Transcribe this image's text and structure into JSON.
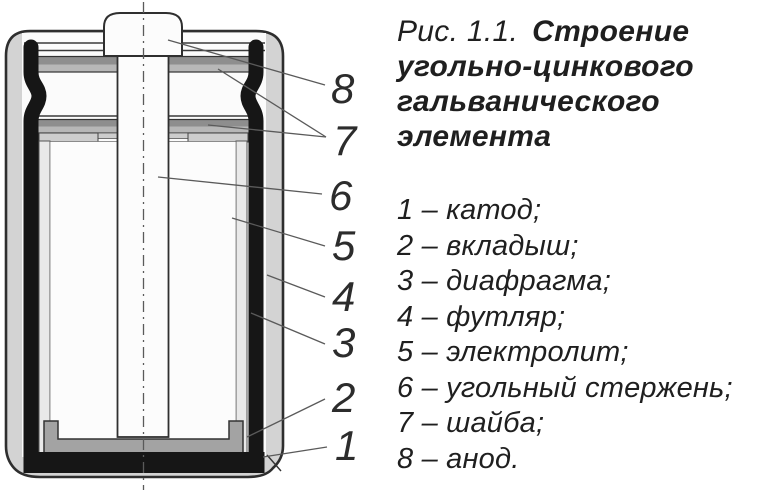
{
  "figure": {
    "caption_prefix": "Рис. 1.1.",
    "caption_line1": "Строение",
    "caption_line2": "угольно-цинкового",
    "caption_line3": "гальванического",
    "caption_line4": "элемента"
  },
  "legend": {
    "items": [
      "1 – катод;",
      "2 – вкладыш;",
      "3 – диафрагма;",
      "4 – футляр;",
      "5 – электролит;",
      "6 – угольный стержень;",
      "7 – шайба;",
      "8 – анод."
    ]
  },
  "diagram": {
    "callouts": {
      "c1": "1",
      "c2": "2",
      "c3": "3",
      "c4": "4",
      "c5": "5",
      "c6": "6",
      "c7": "7",
      "c8": "8"
    }
  },
  "colors": {
    "case_fill": "#d3d3d3",
    "interior_fill": "#fbfbfb",
    "washer_dark": "#8e8e8e",
    "washer_light": "#b7b7b7",
    "rim_fill": "#cdcdcd",
    "lining_fill": "#e9e9e9",
    "cup_fill": "#a3a3a3",
    "can_black": "#161616",
    "rod_fill": "#fcfcfc",
    "outline": "#2e2e2e"
  }
}
